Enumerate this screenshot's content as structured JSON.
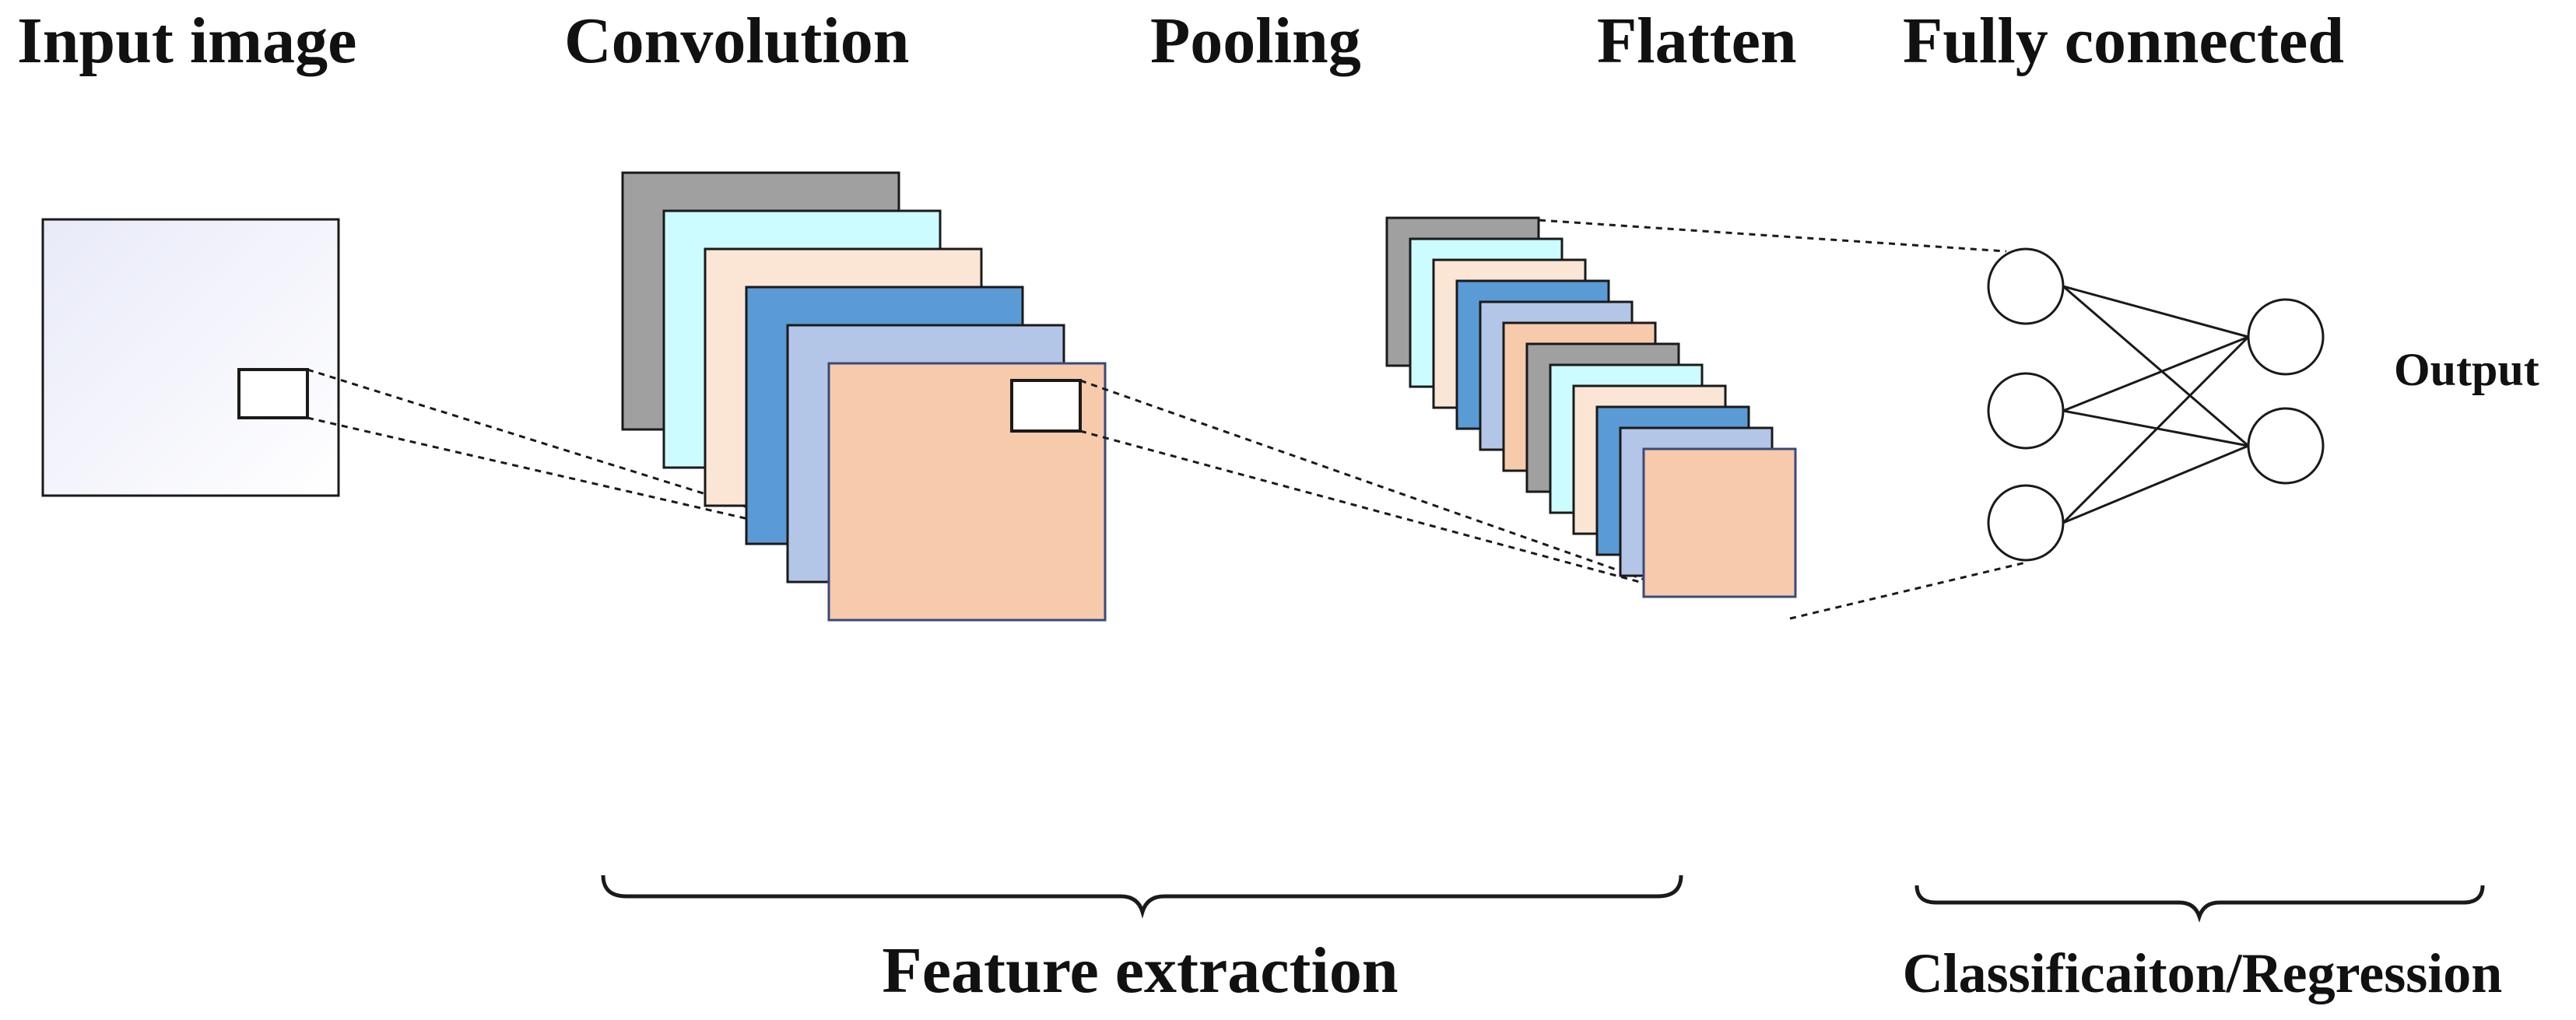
{
  "headers": {
    "input_image": "Input image",
    "convolution": "Convolution",
    "pooling": "Pooling",
    "flatten": "Flatten",
    "fully_connected": "Fully connected"
  },
  "labels": {
    "output": "Output",
    "feature_extraction": "Feature extraction",
    "classification_regression": "Classificaiton/Regression"
  },
  "colors": {
    "gray": "#a0a0a0",
    "light_cyan": "#ccfcff",
    "peach_light": "#fbe6d5",
    "blue": "#5b9bd5",
    "lavender": "#b4c6e7",
    "peach": "#f7caac",
    "input_fill": "#eef0fa",
    "stroke": "#1a1a1a"
  },
  "diagram": {
    "conv_layers": [
      "gray",
      "light_cyan",
      "peach_light",
      "blue",
      "lavender",
      "peach"
    ],
    "pool_layers": [
      "gray",
      "light_cyan",
      "peach_light",
      "blue",
      "lavender",
      "peach",
      "gray",
      "light_cyan",
      "peach_light",
      "blue",
      "lavender",
      "peach"
    ],
    "fc_input_nodes": 3,
    "fc_output_nodes": 2
  }
}
